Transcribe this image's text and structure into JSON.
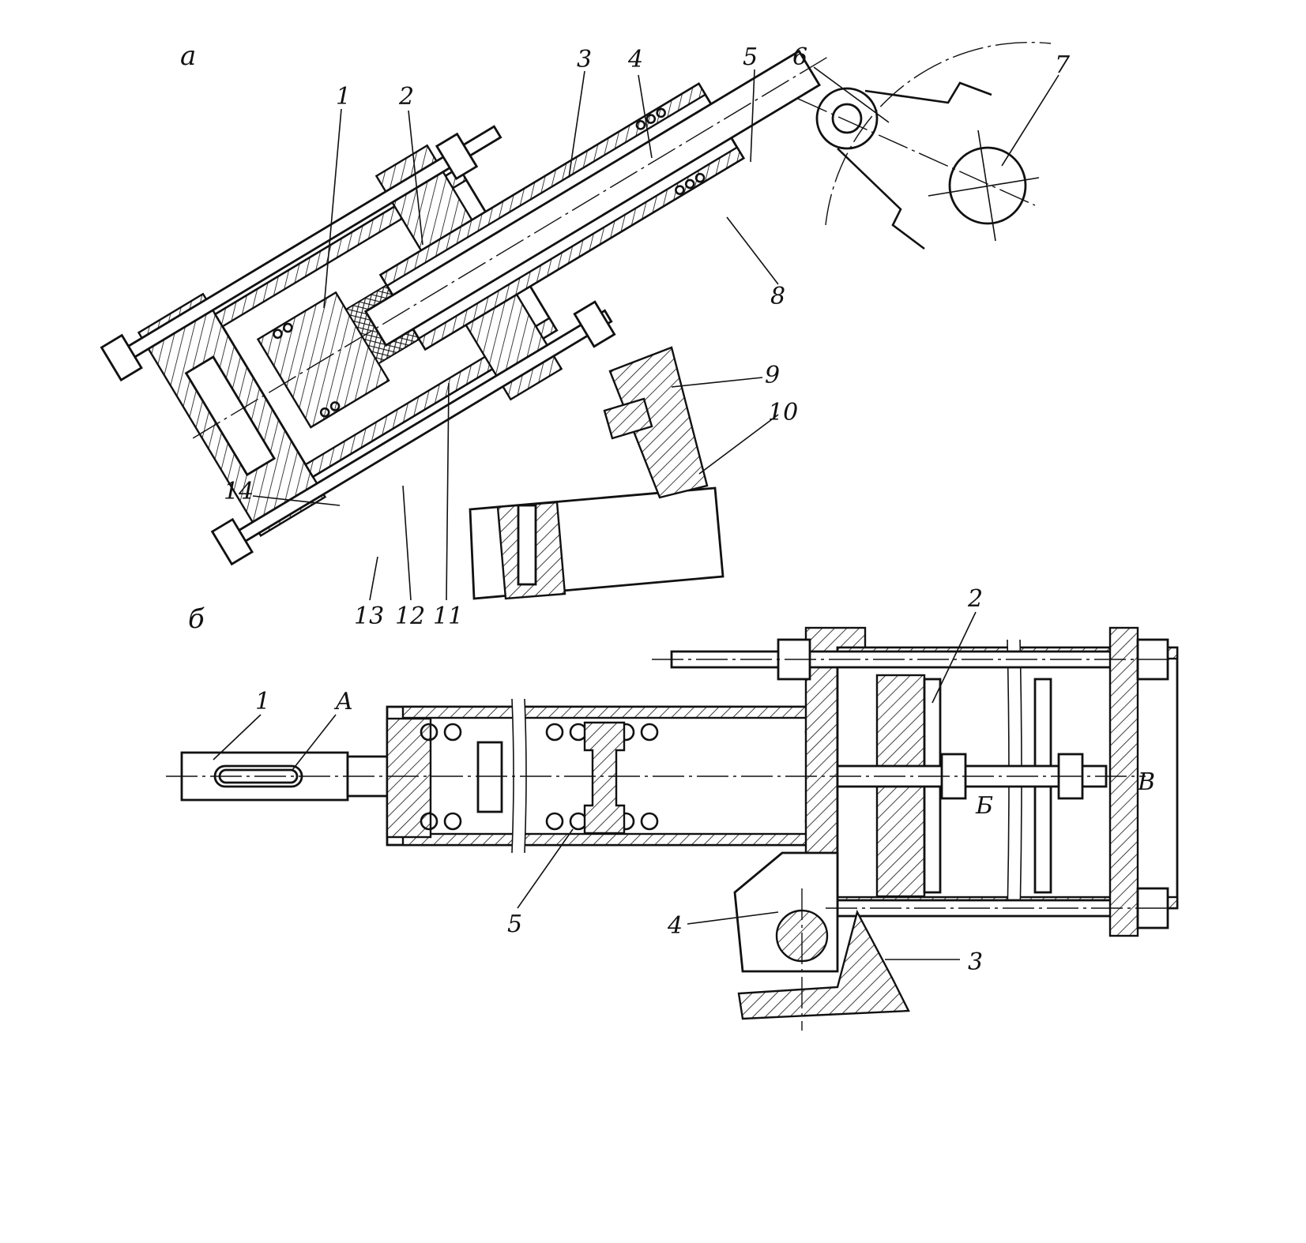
{
  "figure": {
    "subfigure_a": "a",
    "subfigure_b": "б"
  },
  "labels_a": [
    "1",
    "2",
    "3",
    "4",
    "5",
    "6",
    "7",
    "8",
    "9",
    "10",
    "11",
    "12",
    "13",
    "14"
  ],
  "labels_b": [
    "1",
    "A",
    "2",
    "Б",
    "B",
    "3",
    "4",
    "5"
  ]
}
